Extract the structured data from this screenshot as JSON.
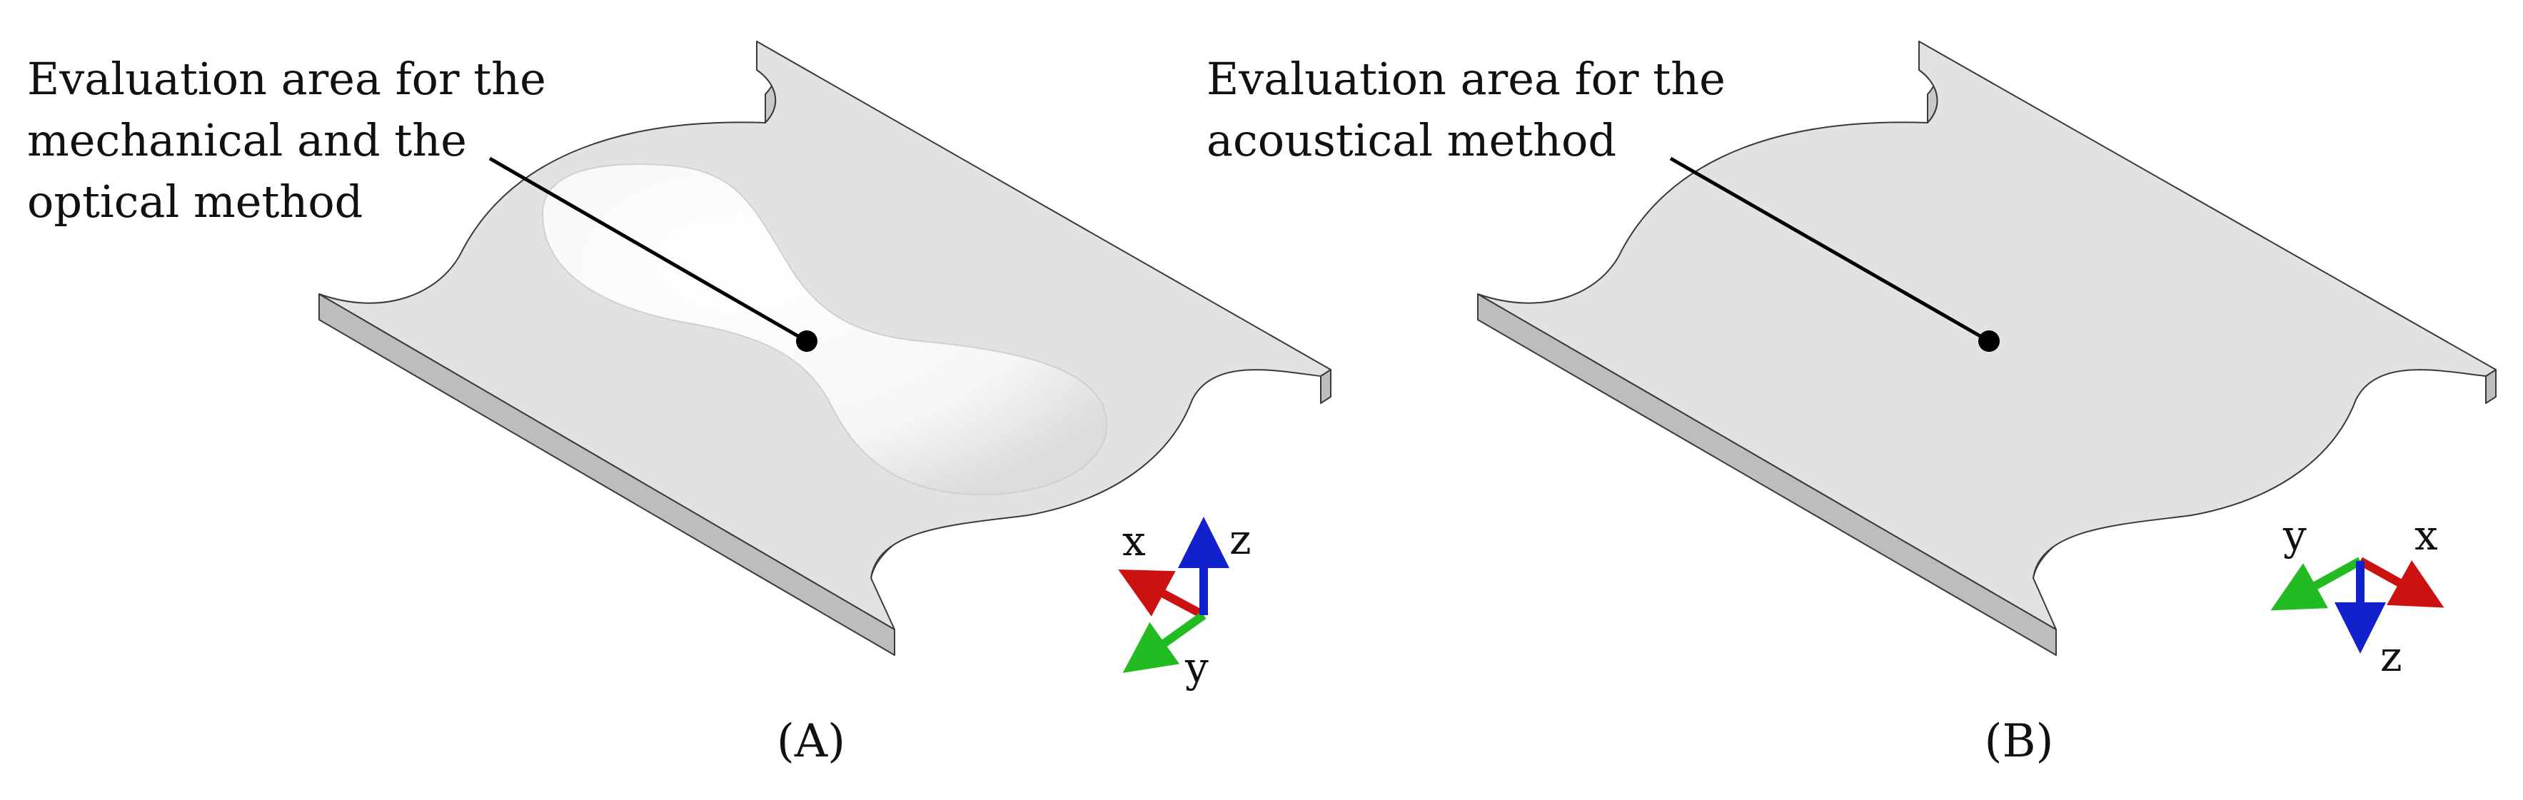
{
  "panels": [
    {
      "id": "A",
      "caption": "(A)",
      "callout_lines": [
        "Evaluation area for the",
        "mechanical and the",
        "optical method"
      ],
      "axes": {
        "x": "x",
        "y": "y",
        "z": "z"
      }
    },
    {
      "id": "B",
      "caption": "(B)",
      "callout_lines": [
        "Evaluation area for the",
        "acoustical method"
      ],
      "axes": {
        "x": "x",
        "y": "y",
        "z": "z"
      }
    }
  ],
  "colors": {
    "plate_top": "#e2e2e2",
    "plate_edge": "#b8b8b8",
    "outline": "#3a3a3a",
    "axis_x": "#cc1111",
    "axis_y": "#22bb22",
    "axis_z": "#1122cc"
  }
}
